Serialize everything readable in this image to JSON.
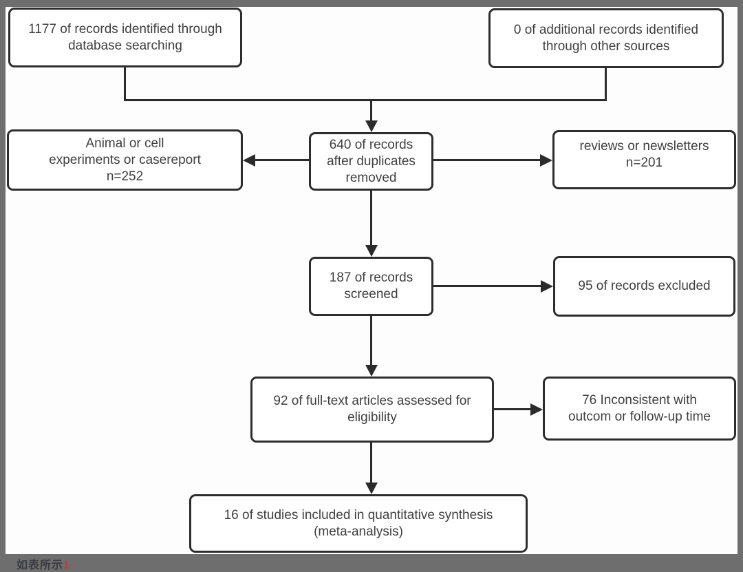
{
  "page": {
    "frame_color": "#6e6e6e",
    "canvas_color": "#ffffff",
    "caption": {
      "text": "如表所示",
      "number": "1"
    }
  },
  "flowchart": {
    "line_color": "#2b2b2b",
    "box_border_color": "#2d2d2d",
    "text_color": "#3f3f3f",
    "boxes": [
      {
        "id": "records-identified",
        "label": "1177 of records identified through\ndatabase searching"
      },
      {
        "id": "additional-records",
        "label": "0 of additional records identified\nthrough other sources"
      },
      {
        "id": "duplicates-removed",
        "label": "640 of records\nafter duplicates\nremoved"
      },
      {
        "id": "animal-cell-excluded",
        "label": "Animal or cell\nexperiments or casereport\nn=252"
      },
      {
        "id": "reviews-newsletters-excluded",
        "label": "reviews or newsletters\nn=201"
      },
      {
        "id": "records-screened",
        "label": "187 of records\nscreened"
      },
      {
        "id": "records-excluded",
        "label": "95 of records excluded"
      },
      {
        "id": "fulltext-assessed",
        "label": "92 of full-text articles assessed for\neligibility"
      },
      {
        "id": "inconsistent-excluded",
        "label": "76 Inconsistent with\noutcom or follow-up time"
      },
      {
        "id": "included-quantitative",
        "label": "16 of studies included in quantitative synthesis\n(meta-analysis)"
      }
    ],
    "edges": [
      {
        "from": "records-identified",
        "to": "duplicates-removed"
      },
      {
        "from": "additional-records",
        "to": "duplicates-removed"
      },
      {
        "from": "duplicates-removed",
        "to": "animal-cell-excluded"
      },
      {
        "from": "duplicates-removed",
        "to": "reviews-newsletters-excluded"
      },
      {
        "from": "duplicates-removed",
        "to": "records-screened"
      },
      {
        "from": "records-screened",
        "to": "records-excluded"
      },
      {
        "from": "records-screened",
        "to": "fulltext-assessed"
      },
      {
        "from": "fulltext-assessed",
        "to": "inconsistent-excluded"
      },
      {
        "from": "fulltext-assessed",
        "to": "included-quantitative"
      }
    ]
  }
}
